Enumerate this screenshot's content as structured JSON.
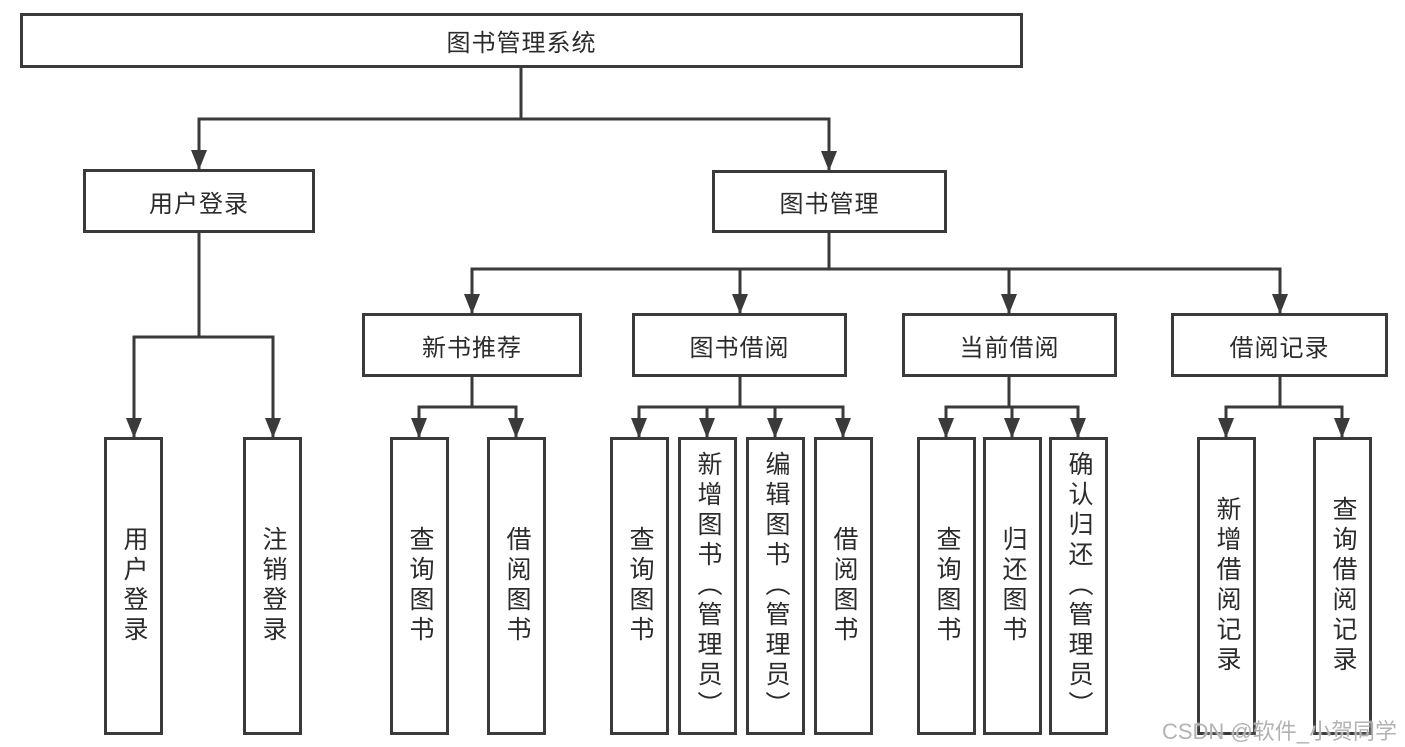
{
  "root": {
    "label": "图书管理系统"
  },
  "branches": [
    {
      "label": "用户登录",
      "children": [
        {
          "label": "用户登录"
        },
        {
          "label": "注销登录"
        }
      ]
    },
    {
      "label": "图书管理",
      "children": [
        {
          "label": "新书推荐",
          "children": [
            {
              "label": "查询图书"
            },
            {
              "label": "借阅图书"
            }
          ]
        },
        {
          "label": "图书借阅",
          "children": [
            {
              "label": "查询图书"
            },
            {
              "label": "新增图书（管理员）"
            },
            {
              "label": "编辑图书（管理员）"
            },
            {
              "label": "借阅图书"
            }
          ]
        },
        {
          "label": "当前借阅",
          "children": [
            {
              "label": "查询图书"
            },
            {
              "label": "归还图书"
            },
            {
              "label": "确认归还（管理员）"
            }
          ]
        },
        {
          "label": "借阅记录",
          "children": [
            {
              "label": "新增借阅记录"
            },
            {
              "label": "查询借阅记录"
            }
          ]
        }
      ]
    }
  ],
  "watermark": "CSDN @软件_小贺同学",
  "colors": {
    "line": "#3a3a3a",
    "text": "#2b2b2b",
    "watermark": "#b3b3b3"
  }
}
